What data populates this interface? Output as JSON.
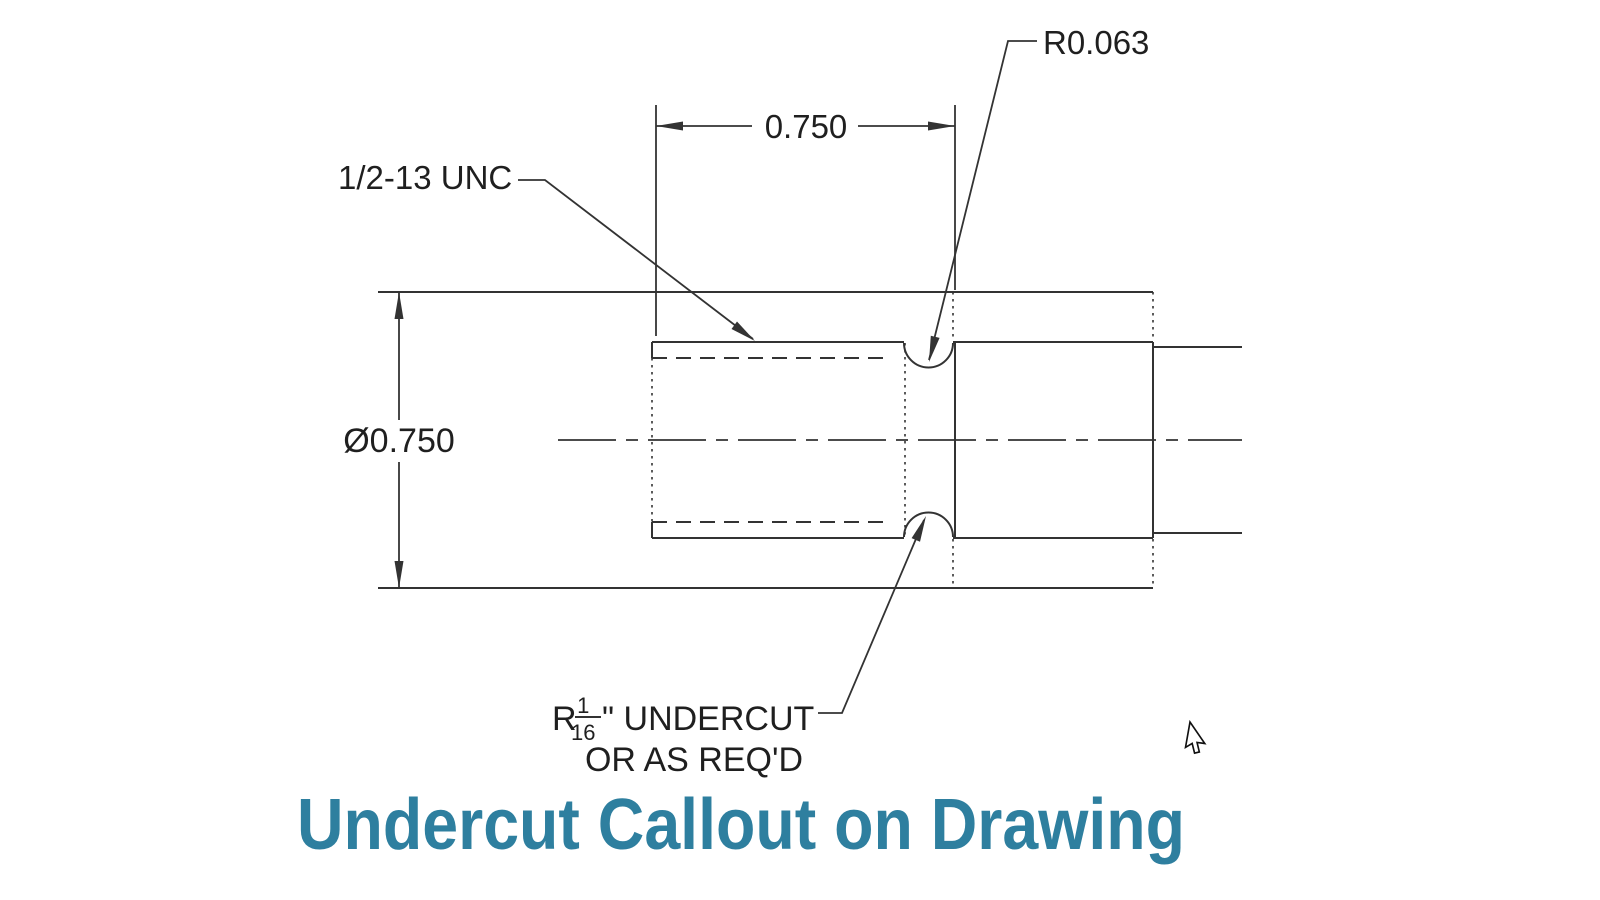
{
  "drawing": {
    "length_dim": "0.750",
    "diameter_dim": "Ø0.750",
    "thread_callout": "1/2-13 UNC",
    "radius_callout": "R0.063",
    "undercut_prefix": "R",
    "undercut_frac_num": "1",
    "undercut_frac_den": "16",
    "undercut_suffix": "\" UNDERCUT",
    "undercut_line2": "OR AS REQ'D"
  },
  "caption": {
    "title": "Undercut Callout on Drawing",
    "color": "#2e7f9f"
  },
  "style": {
    "line_color": "#333333",
    "text_color": "#1f1f1f",
    "background": "#ffffff"
  },
  "cursor": {
    "icon": "arrow-pointer"
  }
}
